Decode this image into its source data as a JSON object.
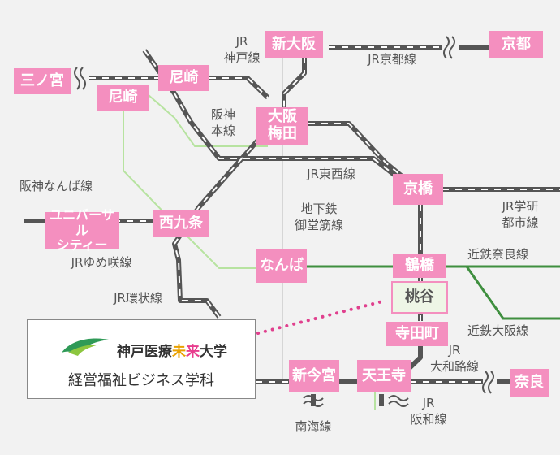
{
  "colors": {
    "station_fill": "#f48fbf",
    "jr_line": "#555555",
    "hanshin_line": "#b7e3a0",
    "subway_line": "#d9d9d9",
    "kintetsu_line": "#3f8f3f",
    "walk_dots": "#e0408e"
  },
  "stations": {
    "shin_osaka": "新大阪",
    "kyoto": "京都",
    "sannomiya": "三ノ宮",
    "amagasaki_jr": "尼崎",
    "amagasaki_hanshin": "尼崎",
    "osaka_umeda": "大阪\n梅田",
    "kyobashi": "京橋",
    "universal_city": "ユニバーサル\nシティー",
    "nishikujo": "西九条",
    "namba": "なんば",
    "tsuruhashi": "鶴橋",
    "momodani": "桃谷",
    "teradacho": "寺田町",
    "shin_imamiya": "新今宮",
    "tennoji": "天王寺",
    "nara": "奈良"
  },
  "line_labels": {
    "jr_kobe": "JR\n神戸線",
    "jr_kyoto": "JR京都線",
    "hanshin_honsen": "阪神\n本線",
    "jr_tozai": "JR東西線",
    "hanshin_namba": "阪神なんば線",
    "subway_midosuji": "地下鉄\n御堂筋線",
    "jr_gakken": "JR学研\n都市線",
    "jr_yumesaki": "JRゆめ咲線",
    "kintetsu_nara": "近鉄奈良線",
    "jr_loop": "JR環状線",
    "kintetsu_osaka": "近鉄大阪線",
    "jr_yamatoji": "JR\n大和路線",
    "jr_hanwa": "JR\n阪和線",
    "nankai": "南海線"
  },
  "school": {
    "name_pre": "神戸医療",
    "name_c1": "未",
    "name_c2": "来",
    "name_post": "大学",
    "department": "経営福祉ビジネス学科",
    "logo_icon": "leaf-logo-icon"
  }
}
